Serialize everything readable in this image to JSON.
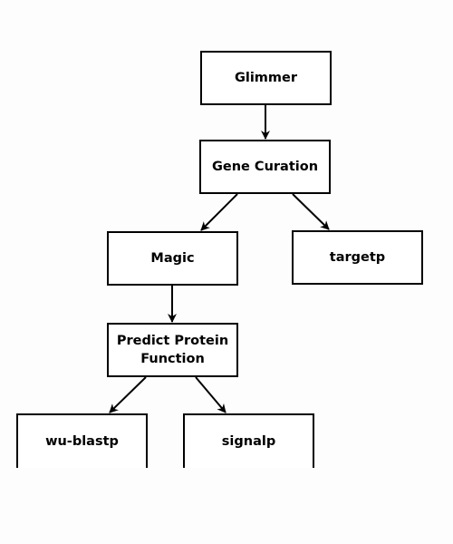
{
  "nodes": {
    "glimmer": "Glimmer",
    "gene_curation": "Gene Curation",
    "magic": "Magic",
    "targetp": "targetp",
    "predict_protein_function": [
      "Predict Protein",
      "Function"
    ],
    "wu_blastp": "wu-blastp",
    "signalp": "signalp"
  },
  "edges": [
    {
      "from": "Glimmer",
      "to": "Gene Curation"
    },
    {
      "from": "Gene Curation",
      "to": "Magic"
    },
    {
      "from": "Gene Curation",
      "to": "targetp"
    },
    {
      "from": "Magic",
      "to": "Predict Protein Function"
    },
    {
      "from": "Predict Protein Function",
      "to": "wu-blastp"
    },
    {
      "from": "Predict Protein Function",
      "to": "signalp"
    }
  ],
  "colors": {
    "line": "#000000",
    "node_fill": "#ffffff",
    "background": "#fdfdfd"
  }
}
